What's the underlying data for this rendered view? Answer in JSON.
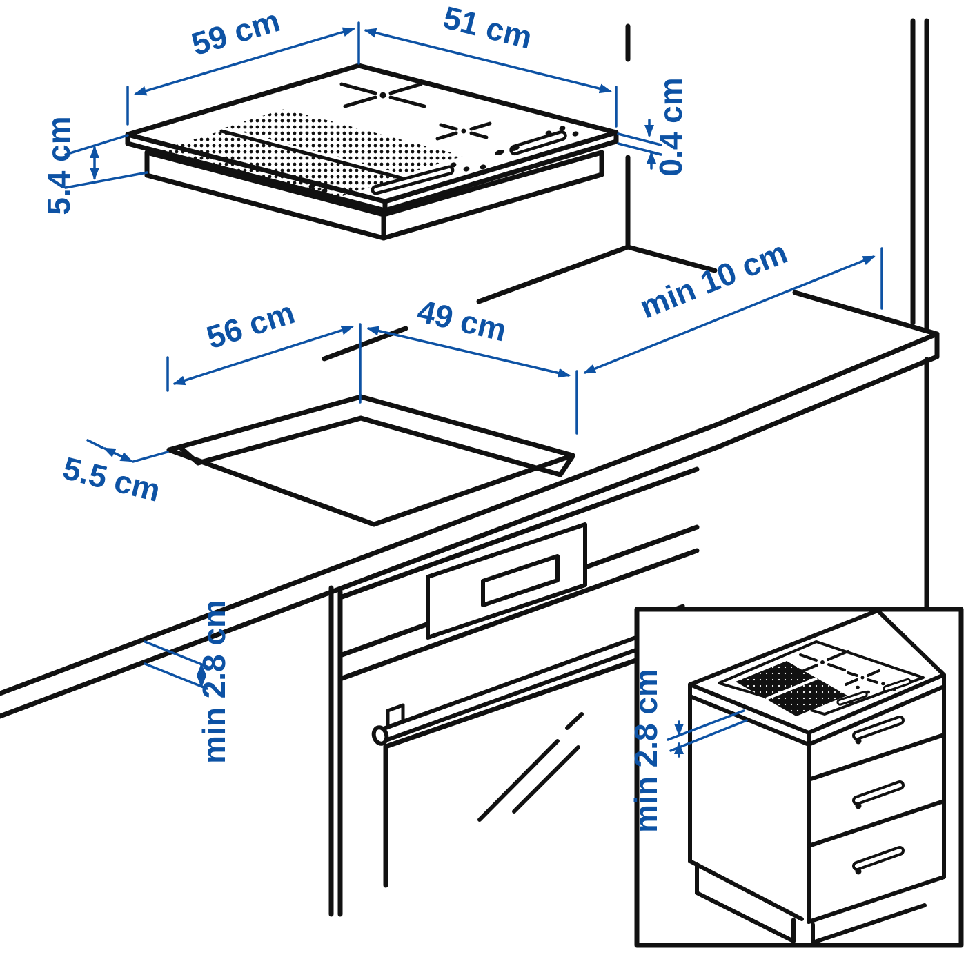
{
  "drawing": {
    "title": "induction-hob-installation-measurement-diagram",
    "labels": {
      "hob_width": "59 cm",
      "hob_depth": "51 cm",
      "hob_height": "5.4 cm",
      "glass_above_counter": "0.4 cm",
      "cutout_width": "56 cm",
      "cutout_depth": "49 cm",
      "side_clearance": "min 10 cm",
      "front_edge_distance": "5.5 cm",
      "worktop_thickness": "min 2.8 cm",
      "inset_drawer_clearance": "min 2.8 cm"
    },
    "colors": {
      "dimension_blue": "#0D52A4",
      "line_black": "#111111",
      "background": "#FFFFFF"
    }
  }
}
